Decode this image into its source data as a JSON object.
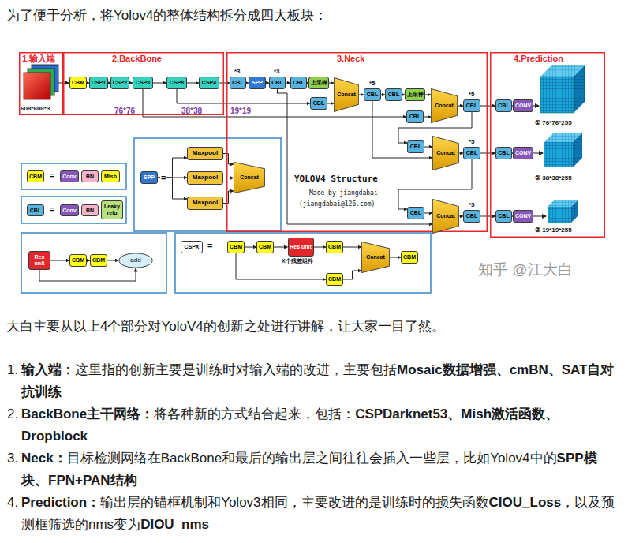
{
  "diagram": {
    "nodes": [
      {
        "text": [
          "1.输入端"
        ]
      },
      {
        "text": [
          "2.BackBone"
        ]
      },
      {
        "text": [
          "3.Neck"
        ]
      },
      {
        "text": [
          "4.Prediction"
        ]
      },
      {
        "text": [
          "CBM"
        ],
        "in": 1
      },
      {
        "text": [
          "CSP1"
        ],
        "in": 1
      },
      {
        "text": [
          "CSP2"
        ],
        "in": 1
      },
      {
        "text": [
          "CSP8"
        ],
        "in": 1
      },
      {
        "text": [
          "CSP8"
        ],
        "in": 1
      },
      {
        "text": [
          "CSP4"
        ],
        "in": 1
      },
      {
        "text": [
          "CBL"
        ],
        "in": 2
      },
      {
        "text": [
          "SPP"
        ],
        "in": 2
      },
      {
        "text": [
          "CBL"
        ],
        "in": 2
      },
      {
        "text": [
          "CBL"
        ],
        "in": 2
      },
      {
        "text": [
          "上采样"
        ],
        "in": 2
      },
      {
        "text": [
          "CBL"
        ],
        "in": 2
      },
      {
        "text": [
          "Concat"
        ],
        "in": 2
      },
      {
        "text": [
          "CBL"
        ],
        "in": 2
      },
      {
        "text": [
          "CBL"
        ],
        "in": 2
      },
      {
        "text": [
          "上采样"
        ],
        "in": 2
      },
      {
        "text": [
          "CBL"
        ],
        "in": 2
      },
      {
        "text": [
          "Concat"
        ],
        "in": 2
      },
      {
        "text": [
          "CBL"
        ],
        "in": 2
      },
      {
        "text": [
          "CBL"
        ],
        "in": 2
      },
      {
        "text": [
          "Concat"
        ],
        "in": 2
      },
      {
        "text": [
          "CBL"
        ],
        "in": 2
      },
      {
        "text": [
          "CBL"
        ],
        "in": 2
      },
      {
        "text": [
          "Concat"
        ],
        "in": 2
      },
      {
        "text": [
          "CBL"
        ],
        "in": 2
      },
      {
        "text": [
          "CBL"
        ],
        "in": 3
      },
      {
        "text": [
          "CONV"
        ],
        "in": 3
      },
      {
        "text": [
          "CBL"
        ],
        "in": 3
      },
      {
        "text": [
          "CONV"
        ],
        "in": 3
      },
      {
        "text": [
          "CBL"
        ],
        "in": 3
      },
      {
        "text": [
          "CONV"
        ],
        "in": 3
      },
      {
        "text": [
          "CBM"
        ]
      },
      {
        "text": [
          "Conv"
        ]
      },
      {
        "text": [
          "BN"
        ]
      },
      {
        "text": [
          "Mish"
        ]
      },
      {
        "text": [
          "CBL"
        ]
      },
      {
        "text": [
          "Conv"
        ]
      },
      {
        "text": [
          "BN"
        ]
      },
      {
        "text": [
          "Leaky relu"
        ]
      },
      {
        "text": [
          "SPP"
        ]
      },
      {
        "text": [
          "Maxpool"
        ]
      },
      {
        "text": [
          "Maxpool"
        ]
      },
      {
        "text": [
          "Maxpool"
        ]
      },
      {
        "text": [
          "Concat"
        ]
      },
      {
        "text": [
          "Res unit"
        ]
      },
      {
        "text": [
          "CBM"
        ]
      },
      {
        "text": [
          "CBM"
        ]
      },
      {
        "text": [
          "add"
        ]
      },
      {
        "text": [
          "CSPX"
        ]
      },
      {
        "text": [
          "CBM"
        ]
      },
      {
        "text": [
          "CBM"
        ]
      },
      {
        "text": [
          "Res unit"
        ]
      },
      {
        "text": [
          "CBM"
        ]
      },
      {
        "text": [
          "Concat"
        ]
      },
      {
        "text": [
          "CBM"
        ]
      },
      {
        "text": [
          "CBM"
        ]
      }
    ],
    "edges": [
      {
        "from": 4,
        "to": 5,
        "arrow": "to"
      },
      {
        "from": 5,
        "to": 6,
        "arrow": "to"
      },
      {
        "from": 6,
        "to": 7,
        "arrow": "to"
      },
      {
        "from": 7,
        "to": 8,
        "arrow": "to"
      },
      {
        "from": 8,
        "to": 9,
        "arrow": "to"
      },
      {
        "from": 9,
        "to": 10,
        "arrow": "to"
      },
      {
        "from": 10,
        "to": 11,
        "arrow": "to"
      },
      {
        "from": 11,
        "to": 12,
        "arrow": "to"
      },
      {
        "from": 12,
        "to": 13,
        "arrow": "to"
      },
      {
        "from": 13,
        "to": 14,
        "arrow": "to"
      },
      {
        "from": 14,
        "to": 16,
        "arrow": "to"
      },
      {
        "from": 8,
        "to": 15,
        "arrow": "to"
      },
      {
        "from": 15,
        "to": 16,
        "arrow": "to"
      },
      {
        "from": 16,
        "to": 17,
        "arrow": "to"
      },
      {
        "from": 17,
        "to": 18,
        "arrow": "to"
      },
      {
        "from": 18,
        "to": 19,
        "arrow": "to"
      },
      {
        "from": 19,
        "to": 21,
        "arrow": "to"
      },
      {
        "from": 7,
        "to": 20,
        "arrow": "to"
      },
      {
        "from": 20,
        "to": 21,
        "arrow": "to"
      },
      {
        "from": 21,
        "to": 22,
        "arrow": "to"
      },
      {
        "from": 22,
        "to": 29,
        "arrow": "to"
      },
      {
        "from": 29,
        "to": 30,
        "arrow": "to"
      },
      {
        "from": 17,
        "to": 24,
        "arrow": "to"
      },
      {
        "from": 22,
        "to": 23,
        "arrow": "to"
      },
      {
        "from": 23,
        "to": 24,
        "arrow": "to"
      },
      {
        "from": 24,
        "to": 25,
        "arrow": "to"
      },
      {
        "from": 25,
        "to": 31,
        "arrow": "to"
      },
      {
        "from": 31,
        "to": 32,
        "arrow": "to"
      },
      {
        "from": 12,
        "to": 27,
        "arrow": "to"
      },
      {
        "from": 25,
        "to": 26,
        "arrow": "to"
      },
      {
        "from": 26,
        "to": 27,
        "arrow": "to"
      },
      {
        "from": 27,
        "to": 28,
        "arrow": "to"
      },
      {
        "from": 28,
        "to": 33,
        "arrow": "to"
      },
      {
        "from": 33,
        "to": 34,
        "arrow": "to"
      },
      {
        "from": 43,
        "to": 44,
        "arrow": "to"
      },
      {
        "from": 43,
        "to": 45,
        "arrow": "to"
      },
      {
        "from": 43,
        "to": 46,
        "arrow": "to"
      },
      {
        "from": 44,
        "to": 47,
        "arrow": "to"
      },
      {
        "from": 45,
        "to": 47,
        "arrow": "to"
      },
      {
        "from": 46,
        "to": 47,
        "arrow": "to"
      },
      {
        "from": 48,
        "to": 49,
        "arrow": "to"
      },
      {
        "from": 49,
        "to": 50,
        "arrow": "to"
      },
      {
        "from": 50,
        "to": 51,
        "arrow": "to"
      },
      {
        "from": 48,
        "to": 51,
        "arrow": "to"
      },
      {
        "from": 53,
        "to": 54,
        "arrow": "to"
      },
      {
        "from": 54,
        "to": 55,
        "arrow": "to"
      },
      {
        "from": 55,
        "to": 56,
        "arrow": "to"
      },
      {
        "from": 56,
        "to": 57,
        "arrow": "to"
      },
      {
        "from": 57,
        "to": 58,
        "arrow": "to"
      },
      {
        "from": 53,
        "to": 59,
        "arrow": "to"
      },
      {
        "from": 59,
        "to": 57,
        "arrow": "to"
      }
    ],
    "labels": [
      "为了便于分析，将Yolov4的整体结构拆分成四大板块：",
      "608*608*3",
      "76*76",
      "38*38",
      "19*19",
      "*3",
      "*3",
      "*5",
      "*5",
      "*5",
      "*5",
      "① 76*76*255",
      "② 38*38*255",
      "③ 19*19*255",
      "=",
      "=",
      "=",
      "YOLOV4 Structure",
      "Made by jiangdabai",
      "(jiangdabai@126.com)",
      "X个残差组件",
      "=",
      "知乎 @江大白",
      "大白主要从以上4个部分对YoloV4的创新之处进行讲解，让大家一目了然。",
      "1.",
      "输入端：",
      "这里指的创新主要是训练时对输入端的改进，主要包括",
      "Mosaic数据增强、cmBN、SAT自对抗训练",
      "2.",
      "BackBone主干网络：",
      "将各种新的方式结合起来，包括：",
      "CSPDarknet53、Mish激活函数、Dropblock",
      "3.",
      "Neck：",
      "目标检测网络在BackBone和最后的输出层之间往往会插入一些层，比如Yolov4中的",
      "SPP模块、FPN+PAN结构",
      "4.",
      "Prediction：",
      "输出层的锚框机制和Yolov3相同，主要改进的是训练时的损失函数",
      "CIOU_Loss",
      "，以及预测框筛选的nms变为",
      "DIOU_nms"
    ]
  }
}
